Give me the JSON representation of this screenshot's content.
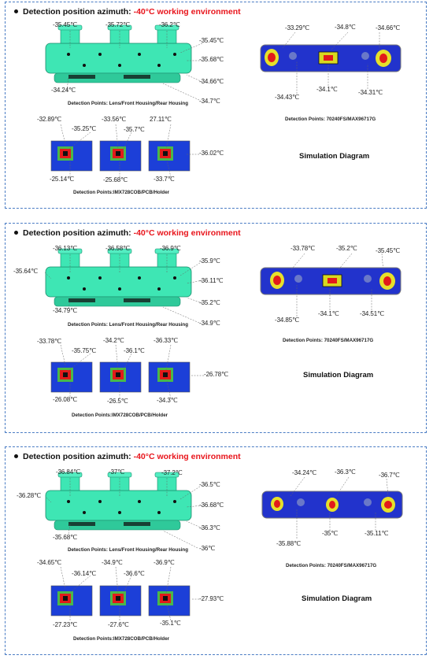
{
  "panels": [
    {
      "heading_prefix": "Detection position azimuth: ",
      "heading_condition": "-40°C working environment",
      "housing_labels": [
        "-35.45℃",
        "-35.72℃",
        "-36.2℃",
        "-35.45℃",
        "-35.68℃",
        "-34.66℃",
        "-34.7℃",
        "-34.24℃"
      ],
      "housing_caption": "Detection Points: Lens/Front Housing/Rear Housing",
      "board_labels": [
        "-33.29℃",
        "-34.8℃",
        "-34.66℃",
        "-34.43℃",
        "-34.1℃",
        "-34.31℃"
      ],
      "board_caption": "Detection Points: 70240FS/MAX96717G",
      "sensor_labels": [
        "-32.89℃",
        "-35.25℃",
        "-33.56℃",
        "-35.7℃",
        "27.11℃",
        "-36.02℃",
        "-25.14℃",
        "-25.68℃",
        "-33.7℃"
      ],
      "sensor_caption": "Detection Points:IMX728COB/PCB/Holder",
      "simulation_title": "Simulation Diagram"
    },
    {
      "heading_prefix": "Detection position azimuth: ",
      "heading_condition": "-40°C working environment",
      "housing_labels": [
        "-36.13℃",
        "-36.58℃",
        "-36.9℃",
        "-35.9℃",
        "-36.11℃",
        "-35.2℃",
        "-34.9℃",
        "-35.64℃",
        "-34.79℃"
      ],
      "housing_caption": "Detection Points: Lens/Front Housing/Rear Housing",
      "board_labels": [
        "-33.78℃",
        "-35.2℃",
        "-35.45℃",
        "-34.85℃",
        "-34.1℃",
        "-34.51℃"
      ],
      "board_caption": "Detection Points: 70240FS/MAX96717G",
      "sensor_labels": [
        "-33.78℃",
        "-35.75℃",
        "-34.2℃",
        "-36.1℃",
        "-36.33℃",
        "-26.78℃",
        "-26.08℃",
        "-26.5℃",
        "-34.3℃"
      ],
      "sensor_caption": "Detection Points:IMX728COB/PCB/Holder",
      "simulation_title": "Simulation Diagram"
    },
    {
      "heading_prefix": "Detection position azimuth: ",
      "heading_condition": "-40°C working environment",
      "housing_labels": [
        "-36.84℃",
        "-37℃",
        "-37.2℃",
        "-36.5℃",
        "-36.68℃",
        "-36.3℃",
        "-36℃",
        "-36.28℃",
        "-35.68℃"
      ],
      "housing_caption": "Detection Points: Lens/Front Housing/Rear Housing",
      "board_labels": [
        "-34.24℃",
        "-36.3℃",
        "-36.7℃",
        "-35.88℃",
        "-35℃",
        "-35.11℃"
      ],
      "board_caption": "Detection Points: 70240FS/MAX96717G",
      "sensor_labels": [
        "-34.65℃",
        "-36.14℃",
        "-34.9℃",
        "-36.6℃",
        "-36.9℃",
        "-27.93℃",
        "-27.23℃",
        "-27.6℃",
        "-35.1℃"
      ],
      "sensor_caption": "Detection Points:IMX728COB/PCB/Holder",
      "simulation_title": "Simulation Diagram"
    }
  ],
  "colors": {
    "heading_accent": "#e8141b",
    "frame_border": "#4a7cc4",
    "housing_body": "#3ee6b4",
    "thermal_cold": "#1c3fd8",
    "thermal_hot": "#e21a1a"
  }
}
